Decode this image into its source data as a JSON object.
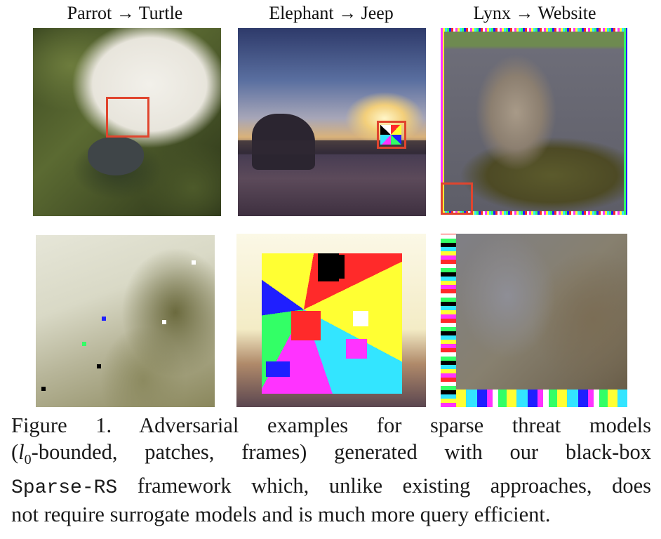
{
  "columns": [
    {
      "source": "Parrot",
      "target": "Turtle"
    },
    {
      "source": "Elephant",
      "target": "Jeep"
    },
    {
      "source": "Lynx",
      "target": "Website"
    }
  ],
  "arrow": "→",
  "caption": {
    "label": "Figure 1.",
    "line1_rest": "Adversarial examples for sparse threat models",
    "line2_pre": "(",
    "l0_l": "l",
    "l0_sub": "0",
    "line2_rest": "-bounded, patches, frames) generated with our black-box",
    "method_name": "Sparse-RS",
    "line3_rest": "framework which, unlike existing approaches, does",
    "line4": "not require surrogate models and is much more query efficient."
  },
  "colors": {
    "highlight_box": "#e0452e",
    "patch_palette": [
      "#ff2a2a",
      "#ffff33",
      "#1f1fff",
      "#33ff66",
      "#ff33ff",
      "#33e5ff",
      "#000000",
      "#ffffff"
    ]
  }
}
